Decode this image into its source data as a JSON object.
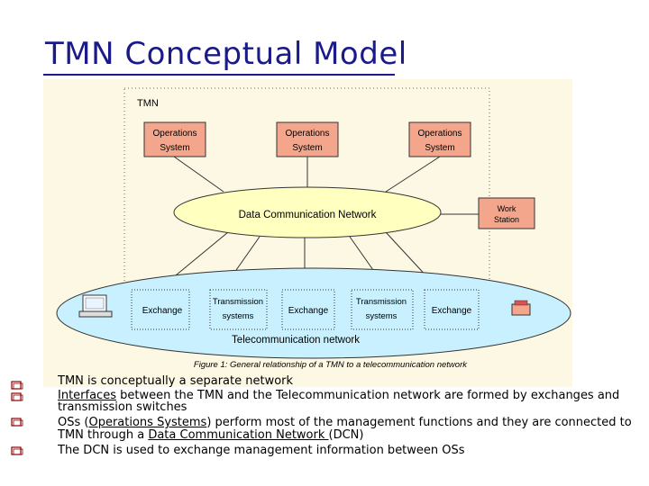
{
  "slide": {
    "title": "TMN Conceptual Model"
  },
  "diagram": {
    "tmn_label": "TMN",
    "os_line1": "Operations",
    "os_line2": "System",
    "dcn_label": "Data  Communication  Network",
    "workstation_line1": "Work",
    "workstation_line2": "Station",
    "exchange_label": "Exchange",
    "transmission_line1": "Transmission",
    "transmission_line2": "systems",
    "telecom_label": "Telecommunication   network",
    "caption": "Figure 1: General relationship of a TMN to a telecommunication network"
  },
  "bullets": {
    "b1": "TMN is conceptually a separate network",
    "b2_pre": "Interfaces",
    "b2_post": " between the TMN and the Telecommunication network are formed by exchanges and",
    "b2_line2": "transmission switches",
    "b3_pre": "OSs (",
    "b3_link": "Operations Systems",
    "b3_post": ") perform most of the management functions and they are connected to",
    "b4_pre": "TMN through a ",
    "b4_link": "Data Communication Network ",
    "b4_post": "(DCN)",
    "b5": "The DCN is used to exchange management information between OSs"
  },
  "colors": {
    "title": "#1a1a8a",
    "os_box": "#f4a68c",
    "dcn": "#ffffc0",
    "telecom": "#c8f0ff",
    "workstation": "#f4a68c"
  }
}
